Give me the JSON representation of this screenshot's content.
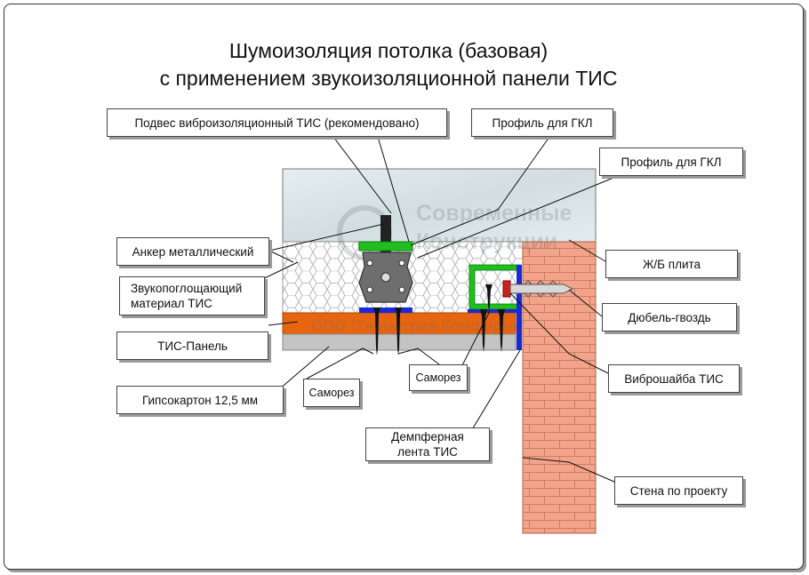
{
  "title": {
    "line1": "Шумоизоляция потолка (базовая)",
    "line2": "с применением звукоизоляционной панели ТИС"
  },
  "watermark": {
    "line1": "Современные",
    "line2": "Конструкции",
    "line3": "ООО \"Геометрия Комфорта\""
  },
  "labels": {
    "podves": "Подвес виброизоляционный ТИС (рекомендовано)",
    "profil1": "Профиль для ГКЛ",
    "profil2": "Профиль для ГКЛ",
    "anker": "Анкер металлический",
    "zhb": "Ж/Б плита",
    "zvuk": "Звукопоглощающий\nматериал ТИС",
    "dubel": "Дюбель-гвоздь",
    "tis_panel": "ТИС-Панель",
    "samorez1": "Саморез",
    "samorez2": "Саморез",
    "vibroshaiba": "Виброшайба ТИС",
    "gipsokarton": "Гипсокартон 12,5 мм",
    "dempfer": "Демпферная\nлента ТИС",
    "stena": "Стена по проекту"
  },
  "colors": {
    "slab": "#dfe8ea",
    "wool_fill": "#ffffff",
    "wool_line": "#b8b8b8",
    "tis_panel": "#e8650f",
    "drywall": "#c4c4c4",
    "brick": "#f2a48a",
    "profile": "#1fbf1f",
    "tape": "#1a2ad8",
    "hanger": "#6e6e6e",
    "screw": "#111111",
    "washer": "#cc1f1f"
  }
}
